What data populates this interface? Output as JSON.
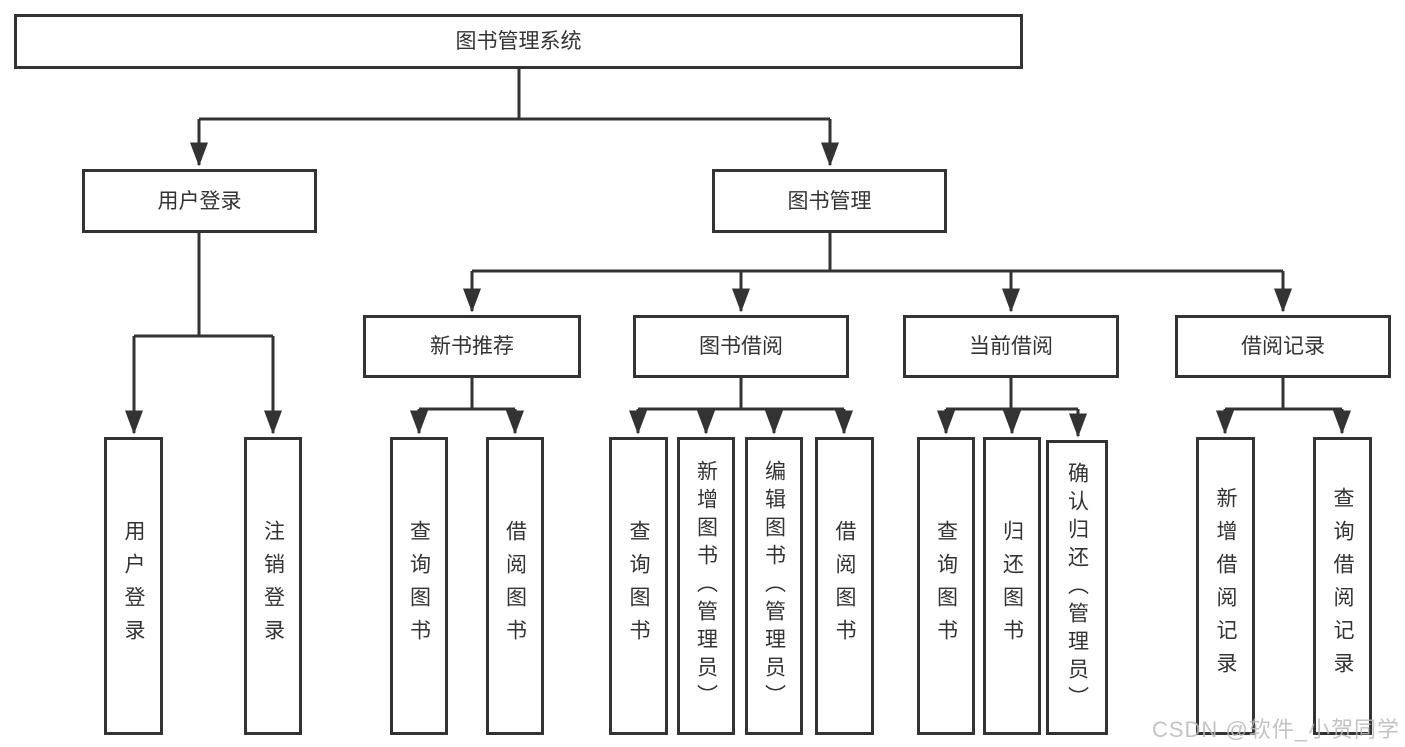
{
  "diagram": {
    "title": "图书管理系统",
    "level2": [
      {
        "label": "用户登录",
        "children": [
          "用户登录",
          "注销登录"
        ]
      },
      {
        "label": "图书管理",
        "subgroups": [
          {
            "label": "新书推荐",
            "children": [
              "查询图书",
              "借阅图书"
            ]
          },
          {
            "label": "图书借阅",
            "children": [
              "查询图书",
              "新增图书（管理员）",
              "编辑图书（管理员）",
              "借阅图书"
            ]
          },
          {
            "label": "当前借阅",
            "children": [
              "查询图书",
              "归还图书",
              "确认归还（管理员）"
            ]
          },
          {
            "label": "借阅记录",
            "children": [
              "新增借阅记录",
              "查询借阅记录"
            ]
          }
        ]
      }
    ]
  },
  "watermark": "CSDN @软件_小贺同学",
  "colors": {
    "line": "#333333",
    "border": "#333333",
    "text": "#333333",
    "watermark": "#b9b9b9",
    "background": "#ffffff"
  }
}
